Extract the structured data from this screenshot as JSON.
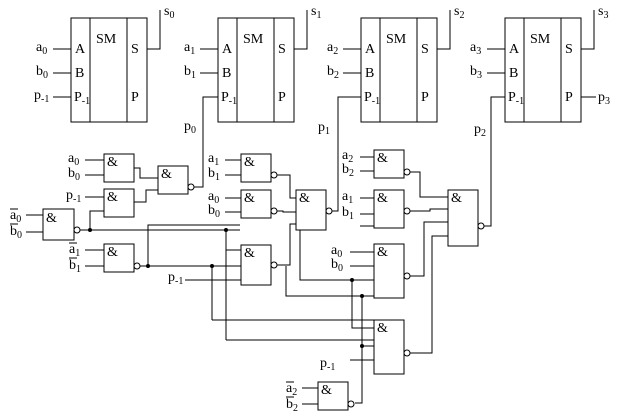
{
  "sm_blocks": [
    {
      "title": "SM",
      "pin_a": "A",
      "pin_b": "B",
      "pin_p_in": "P",
      "pin_p_in_sub": "-1",
      "pin_s": "S",
      "pin_p_out": "P"
    },
    {
      "title": "SM",
      "pin_a": "A",
      "pin_b": "B",
      "pin_p_in": "P",
      "pin_p_in_sub": "-1",
      "pin_s": "S",
      "pin_p_out": "P"
    },
    {
      "title": "SM",
      "pin_a": "A",
      "pin_b": "B",
      "pin_p_in": "P",
      "pin_p_in_sub": "-1",
      "pin_s": "S",
      "pin_p_out": "P"
    },
    {
      "title": "SM",
      "pin_a": "A",
      "pin_b": "B",
      "pin_p_in": "P",
      "pin_p_in_sub": "-1",
      "pin_s": "S",
      "pin_p_out": "P"
    }
  ],
  "gate_symbol": "&",
  "labels": {
    "s0": {
      "base": "s",
      "sub": "0"
    },
    "s1": {
      "base": "s",
      "sub": "1"
    },
    "s2": {
      "base": "s",
      "sub": "2"
    },
    "s3": {
      "base": "s",
      "sub": "3"
    },
    "a0": {
      "base": "a",
      "sub": "0"
    },
    "b0": {
      "base": "b",
      "sub": "0"
    },
    "pm1": {
      "base": "p",
      "sub": "-1"
    },
    "a1": {
      "base": "a",
      "sub": "1"
    },
    "b1": {
      "base": "b",
      "sub": "1"
    },
    "a2": {
      "base": "a",
      "sub": "2"
    },
    "b2": {
      "base": "b",
      "sub": "2"
    },
    "a3": {
      "base": "a",
      "sub": "3"
    },
    "b3": {
      "base": "b",
      "sub": "3"
    },
    "p0": {
      "base": "p",
      "sub": "0"
    },
    "p1": {
      "base": "p",
      "sub": "1"
    },
    "p2": {
      "base": "p",
      "sub": "2"
    },
    "p3": {
      "base": "p",
      "sub": "3"
    },
    "na0": {
      "base": "a",
      "sub": "0"
    },
    "nb0": {
      "base": "b",
      "sub": "0"
    },
    "na1": {
      "base": "a",
      "sub": "1"
    },
    "nb1": {
      "base": "b",
      "sub": "1"
    },
    "na2": {
      "base": "a",
      "sub": "2"
    },
    "nb2": {
      "base": "b",
      "sub": "2"
    }
  }
}
